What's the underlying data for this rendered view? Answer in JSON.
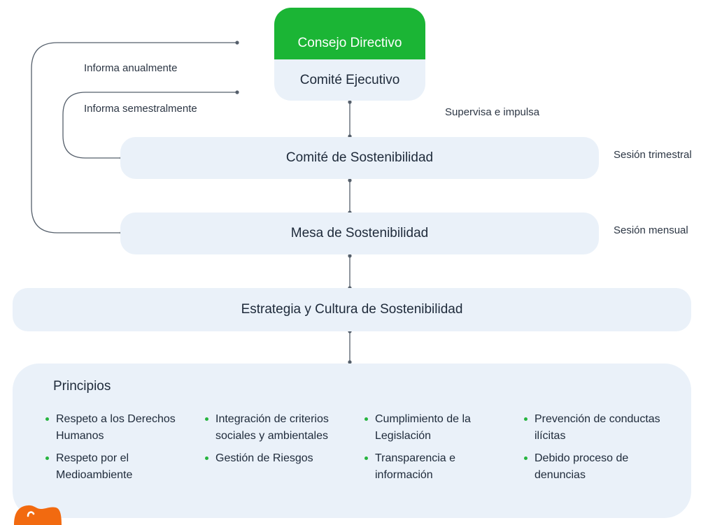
{
  "top": {
    "board": "Consejo Directivo",
    "executive": "Comité Ejecutivo"
  },
  "labels": {
    "annual": "Informa anualmente",
    "semiannual": "Informa semestralmente",
    "supervise": "Supervisa e impulsa",
    "quarterly": "Sesión trimestral",
    "monthly": "Sesión mensual"
  },
  "boxes": {
    "sustainability_committee": "Comité de Sostenibilidad",
    "sustainability_table": "Mesa de Sostenibilidad",
    "strategy": "Estrategia y Cultura de Sostenibilidad"
  },
  "principles": {
    "title": "Principios",
    "columns": [
      [
        "Respeto a los Derechos Humanos",
        "Respeto por el Medioambiente"
      ],
      [
        "Integración de criterios sociales y ambientales",
        "Gestión de Riesgos"
      ],
      [
        "Cumplimiento de la Legislación",
        "Transparencia e información"
      ],
      [
        "Prevención de conductas ilícitas",
        "Debido proceso de denuncias"
      ]
    ]
  },
  "colors": {
    "board_green": "#1bb535",
    "box_fill": "#eaf1f9",
    "bullet": "#27b43f",
    "line": "#555f6b",
    "mascot": "#f26a10"
  }
}
